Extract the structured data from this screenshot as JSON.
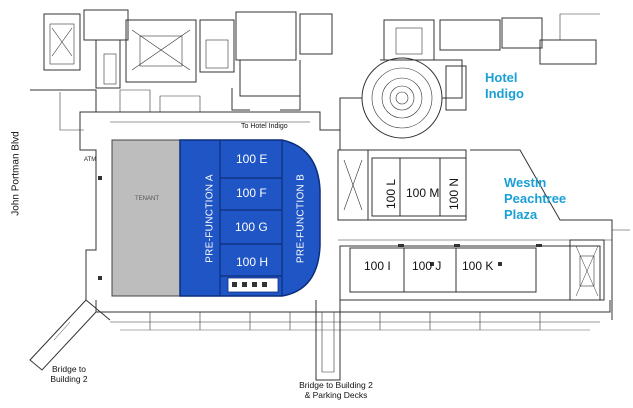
{
  "colors": {
    "ballroom_blue": "#1f55c4",
    "ballroom_outline": "#0d2f7a",
    "tenant_gray": "#bdbdbd",
    "hotel_label_cyan": "#1a9fd6",
    "wall_line": "#333333"
  },
  "labels": {
    "street": "John Portman Blvd",
    "to_hotel_indigo": "To Hotel Indigo",
    "hotel_indigo_1": "Hotel",
    "hotel_indigo_2": "Indigo",
    "westin_1": "Westin",
    "westin_2": "Peachtree",
    "westin_3": "Plaza",
    "tenant": "TENANT",
    "atm": "ATM",
    "pre_function_a": "PRE-FUNCTION A",
    "pre_function_b": "PRE-FUNCTION B",
    "bridge_left_1": "Bridge to",
    "bridge_left_2": "Building 2",
    "bridge_bottom_1": "Bridge to Building 2",
    "bridge_bottom_2": "& Parking Decks"
  },
  "rooms": {
    "r100e": "100 E",
    "r100f": "100 F",
    "r100g": "100 G",
    "r100h": "100 H",
    "r100l": "100 L",
    "r100m": "100 M",
    "r100n": "100 N",
    "r100i": "100 I",
    "r100j": "100 J",
    "r100k": "100 K"
  }
}
